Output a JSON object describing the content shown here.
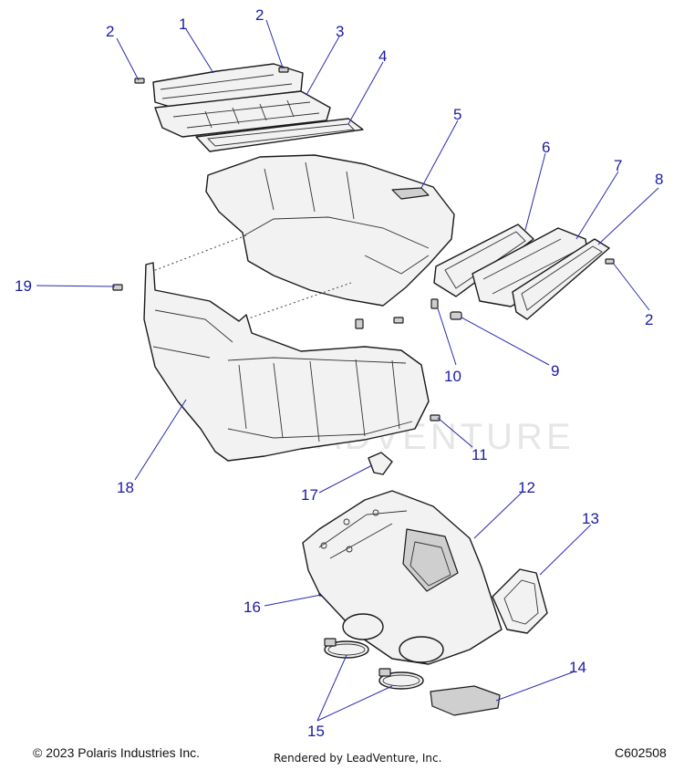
{
  "watermark": "LEADVENTURE",
  "callouts": [
    {
      "id": "c1",
      "label": "1"
    },
    {
      "id": "c2a",
      "label": "2"
    },
    {
      "id": "c2b",
      "label": "2"
    },
    {
      "id": "c3",
      "label": "3"
    },
    {
      "id": "c4",
      "label": "4"
    },
    {
      "id": "c5",
      "label": "5"
    },
    {
      "id": "c6",
      "label": "6"
    },
    {
      "id": "c7",
      "label": "7"
    },
    {
      "id": "c8",
      "label": "8"
    },
    {
      "id": "c2c",
      "label": "2"
    },
    {
      "id": "c19",
      "label": "19"
    },
    {
      "id": "c10",
      "label": "10"
    },
    {
      "id": "c9",
      "label": "9"
    },
    {
      "id": "c11",
      "label": "11"
    },
    {
      "id": "c18",
      "label": "18"
    },
    {
      "id": "c17",
      "label": "17"
    },
    {
      "id": "c12",
      "label": "12"
    },
    {
      "id": "c13",
      "label": "13"
    },
    {
      "id": "c16",
      "label": "16"
    },
    {
      "id": "c14",
      "label": "14"
    },
    {
      "id": "c15",
      "label": "15"
    }
  ],
  "footer": {
    "copyright": "© 2023 Polaris Industries Inc.",
    "rendered_by": "Rendered by LeadVenture, Inc.",
    "diagram_id": "C602508"
  }
}
